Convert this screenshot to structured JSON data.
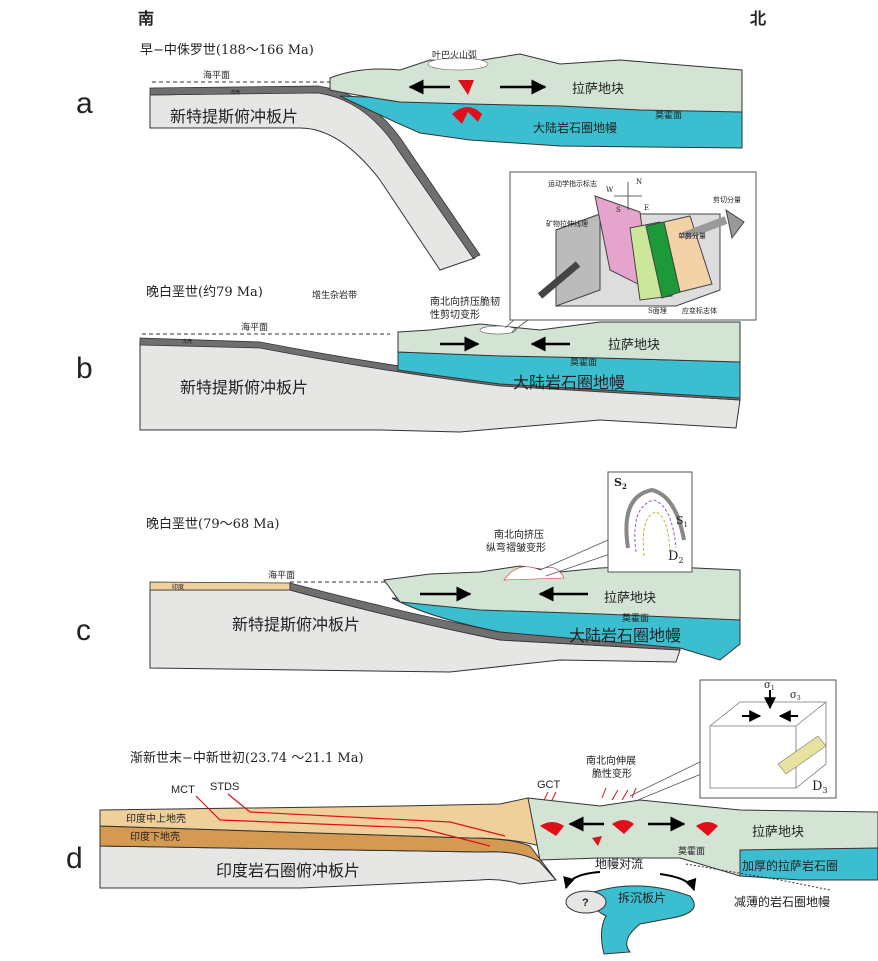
{
  "compass": {
    "south": "南",
    "north": "北"
  },
  "panels": {
    "a": {
      "letter": "a",
      "period": "早−中侏罗世(188～166 Ma)",
      "sea_level": "海平面",
      "arc": "叶巴火山弧",
      "thin_layer": "洋壳",
      "slab": "新特提斯俯冲板片",
      "block": "拉萨地块",
      "moho": "莫霍面",
      "mantle": "大陆岩石圈地幔"
    },
    "b": {
      "letter": "b",
      "period": "晚白垩世(约79 Ma)",
      "melange": "增生杂岩带",
      "sea_level": "海平面",
      "deform": [
        "南北向挤压脆韧",
        "性剪切变形"
      ],
      "thin_layer": "洋壳",
      "slab": "新特提斯俯冲板片",
      "block": "拉萨地块",
      "moho": "莫霍面",
      "mantle": "大陆岩石圈地幔",
      "inset": {
        "kinematic": "运动学指示标志",
        "lineation": "矿物拉伸线理",
        "shear": "剪切分量",
        "thrust": "单剪分量",
        "foliation": "S面理",
        "marker": "应变标志体",
        "dirs": {
          "n": "N",
          "w": "W",
          "s": "S",
          "e": "E"
        }
      }
    },
    "c": {
      "letter": "c",
      "period": "晚白垩世(79～68 Ma)",
      "india": "印度",
      "sea_level": "海平面",
      "deform": [
        "南北向挤压",
        "纵弯褶皱变形"
      ],
      "slab": "新特提斯俯冲板片",
      "block": "拉萨地块",
      "moho": "莫霍面",
      "mantle": "大陆岩石圈地幔",
      "inset": {
        "s2": "S",
        "s2_sub": "2",
        "s1": "S",
        "s1_sub": "1",
        "d": "D",
        "d_sub": "2"
      }
    },
    "d": {
      "letter": "d",
      "period": "渐新世末−中新世初(23.74 ～21.1 Ma)",
      "mct": "MCT",
      "stds": "STDS",
      "gct": "GCT",
      "deform": [
        "南北向伸展",
        "脆性变形"
      ],
      "upper_crust": "印度中上地壳",
      "lower_crust": "印度下地壳",
      "slab": "印度岩石圈俯冲板片",
      "block": "拉萨地块",
      "moho": "莫霍面",
      "thick": "加厚的拉萨岩石圈",
      "convection": "地幔对流",
      "breakoff": "拆沉板片",
      "question": "?",
      "thinned": "减薄的岩石圈地幔",
      "inset": {
        "sigma": "σ",
        "sub1": "1",
        "sub3": "3",
        "d": "D",
        "d_sub": "3"
      }
    }
  },
  "colors": {
    "lhasa": "#d3e3d4",
    "mantle": "#3bbfd0",
    "slab": "#e6e6e4",
    "oceanic": "#6f6f6f",
    "india_upper": "#efcf9a",
    "india_lower": "#d49a52",
    "red": "#e0101a"
  }
}
